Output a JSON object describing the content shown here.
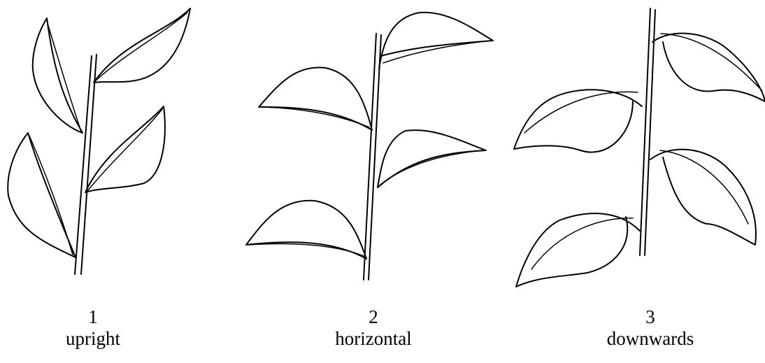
{
  "panels": [
    {
      "number": "1",
      "label": "upright"
    },
    {
      "number": "2",
      "label": "horizontal"
    },
    {
      "number": "3",
      "label": "downwards"
    }
  ]
}
